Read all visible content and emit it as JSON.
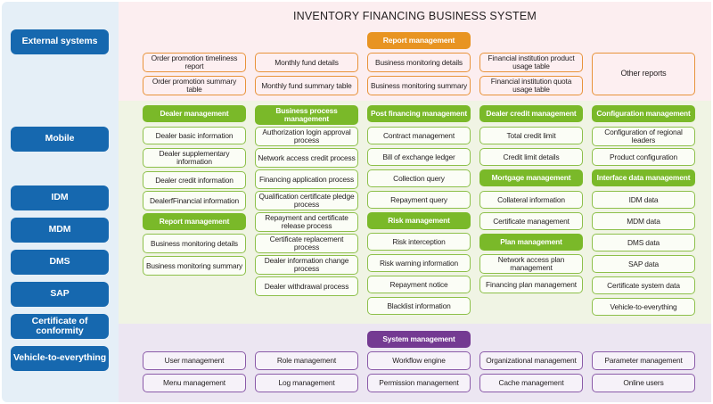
{
  "title": "INVENTORY FINANCING BUSINESS SYSTEM",
  "colors": {
    "sidebar_pill": "#1668af",
    "sidebar_panel": "#e5eff7",
    "report_header": "#e89422",
    "report_band": "#fceef0",
    "business_header": "#7ab929",
    "business_band": "#f0f4e4",
    "system_header": "#743a92",
    "system_band": "#ece6f2"
  },
  "sidebar": {
    "items": [
      {
        "label": "External systems"
      },
      {
        "label": "Mobile"
      },
      {
        "label": "IDM"
      },
      {
        "label": "MDM"
      },
      {
        "label": "DMS"
      },
      {
        "label": "SAP"
      },
      {
        "label": "Certificate of conformity"
      },
      {
        "label": "Vehicle-to-everything"
      }
    ]
  },
  "report_section": {
    "header": "Report management",
    "col1": [
      "Order promotion timeliness report",
      "Order promotion summary table"
    ],
    "col2": [
      "Monthly fund details",
      "Monthly fund summary table"
    ],
    "col3": [
      "Business monitoring details",
      "Business monitoring summary"
    ],
    "col4": [
      "Financial institution product usage table",
      "Financial institution quota usage table"
    ],
    "col5": [
      "Other reports"
    ]
  },
  "business_section": {
    "col1": [
      {
        "label": "Dealer management",
        "type": "header"
      },
      {
        "label": "Dealer basic information",
        "type": "item"
      },
      {
        "label": "Dealer supplementary information",
        "type": "item"
      },
      {
        "label": "Dealer credit information",
        "type": "item"
      },
      {
        "label": "DealerfFinancial information",
        "type": "item"
      },
      {
        "label": "Report management",
        "type": "header"
      },
      {
        "label": "Business monitoring details",
        "type": "item"
      },
      {
        "label": "Business monitoring summary",
        "type": "item"
      }
    ],
    "col2": [
      {
        "label": "Business process management",
        "type": "header"
      },
      {
        "label": "Authorization login approval process",
        "type": "item"
      },
      {
        "label": "Network access credit process",
        "type": "item"
      },
      {
        "label": "Financing application process",
        "type": "item"
      },
      {
        "label": "Qualification certificate pledge process",
        "type": "item"
      },
      {
        "label": "Repayment and certificate release process",
        "type": "item"
      },
      {
        "label": "Certificate replacement process",
        "type": "item"
      },
      {
        "label": "Dealer information change process",
        "type": "item"
      },
      {
        "label": "Dealer withdrawal process",
        "type": "item"
      }
    ],
    "col3": [
      {
        "label": "Post financing management",
        "type": "header"
      },
      {
        "label": "Contract management",
        "type": "item"
      },
      {
        "label": "Bill of exchange ledger",
        "type": "item"
      },
      {
        "label": "Collection query",
        "type": "item"
      },
      {
        "label": "Repayment query",
        "type": "item"
      },
      {
        "label": "Risk management",
        "type": "header"
      },
      {
        "label": "Risk interception",
        "type": "item"
      },
      {
        "label": "Risk warning information",
        "type": "item"
      },
      {
        "label": "Repayment notice",
        "type": "item"
      },
      {
        "label": "Blacklist information",
        "type": "item"
      }
    ],
    "col4": [
      {
        "label": "Dealer credit management",
        "type": "header"
      },
      {
        "label": "Total credit limit",
        "type": "item"
      },
      {
        "label": "Credit limit details",
        "type": "item"
      },
      {
        "label": "Mortgage management",
        "type": "header"
      },
      {
        "label": "Collateral information",
        "type": "item"
      },
      {
        "label": "Certificate management",
        "type": "item"
      },
      {
        "label": "Plan management",
        "type": "header"
      },
      {
        "label": "Network access plan management",
        "type": "item"
      },
      {
        "label": "Financing plan management",
        "type": "item"
      }
    ],
    "col5": [
      {
        "label": "Configuration management",
        "type": "header"
      },
      {
        "label": "Configuration of regional leaders",
        "type": "item"
      },
      {
        "label": "Product configuration",
        "type": "item"
      },
      {
        "label": "Interface data management",
        "type": "header"
      },
      {
        "label": "IDM data",
        "type": "item"
      },
      {
        "label": "MDM data",
        "type": "item"
      },
      {
        "label": "DMS data",
        "type": "item"
      },
      {
        "label": "SAP data",
        "type": "item"
      },
      {
        "label": "Certificate system data",
        "type": "item"
      },
      {
        "label": "Vehicle-to-everything",
        "type": "item"
      }
    ]
  },
  "system_section": {
    "header": "System management",
    "col1": [
      "User management",
      "Menu management"
    ],
    "col2": [
      "Role management",
      "Log management"
    ],
    "col3": [
      "Workflow engine",
      "Permission management"
    ],
    "col4": [
      "Organizational management",
      "Cache management"
    ],
    "col5": [
      "Parameter management",
      "Online users"
    ]
  }
}
